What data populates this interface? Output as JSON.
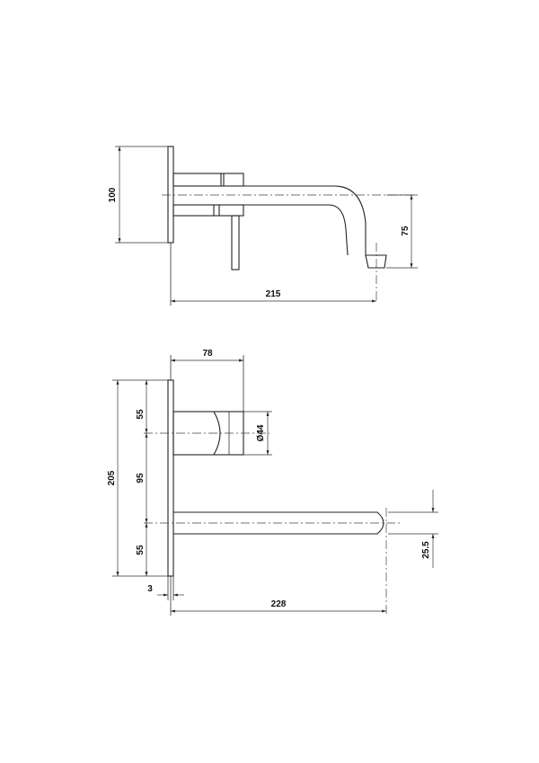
{
  "side_view": {
    "dimensions": {
      "height": "100",
      "drop": "75",
      "projection": "215"
    }
  },
  "top_view": {
    "dimensions": {
      "body_depth": "78",
      "overall_height": "205",
      "upper_offset": "55",
      "center_distance": "95",
      "lower_offset": "55",
      "lever_diameter": "Ø44",
      "plate_thickness": "3",
      "spout_length": "228",
      "spout_width": "25.5"
    }
  }
}
